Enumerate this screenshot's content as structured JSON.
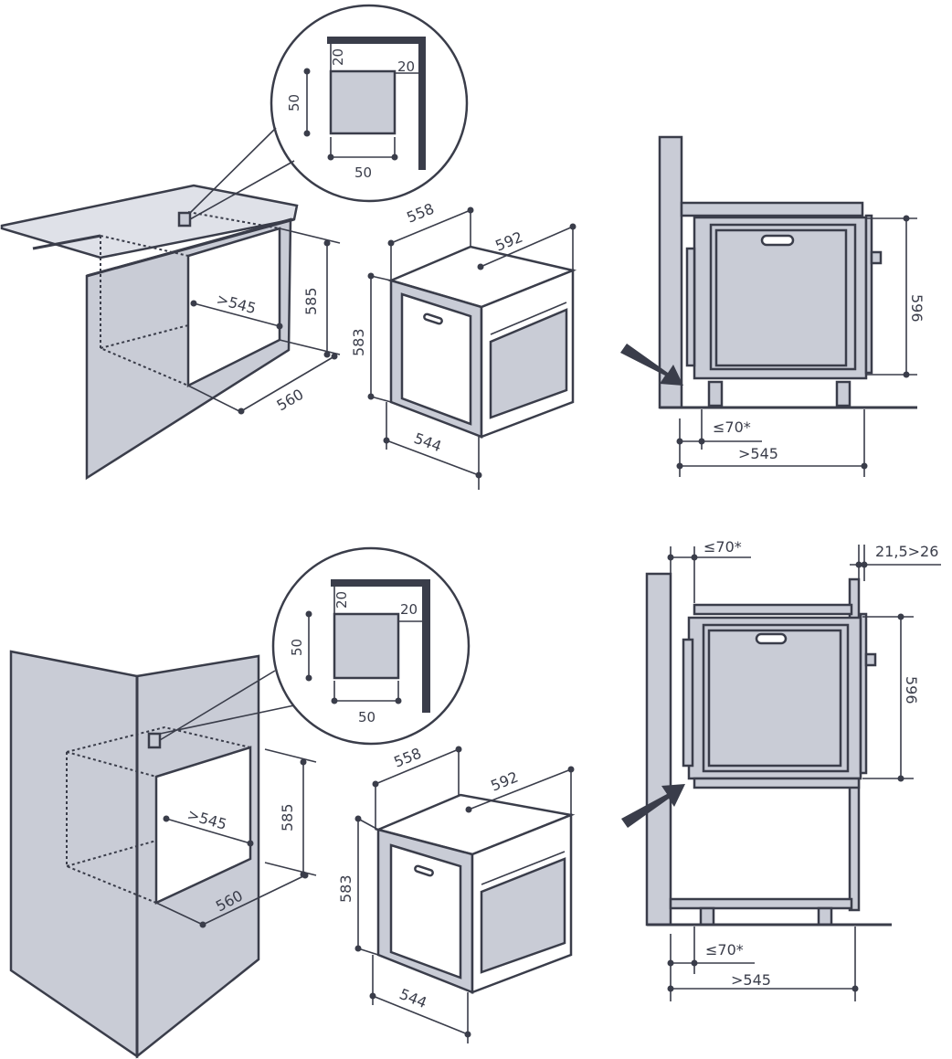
{
  "colors": {
    "line": "#3a3d4a",
    "surface": "#c9ccd6",
    "surface_light": "#dfe1e8",
    "background": "#ffffff"
  },
  "top_left": {
    "detail_labels": {
      "gap_top": "20",
      "gap_side": "20",
      "vent_height": "50",
      "vent_width": "50"
    },
    "niche_labels": {
      "depth_min": ">545",
      "height": "585",
      "width": "560"
    }
  },
  "top_oven": {
    "labels": {
      "width_top": "558",
      "depth": "592",
      "height": "583",
      "width_bottom": "544"
    }
  },
  "top_right": {
    "labels": {
      "height": "596",
      "gap": "≤70*",
      "depth_min": ">545"
    }
  },
  "bottom_left": {
    "detail_labels": {
      "gap_top": "20",
      "gap_side": "20",
      "vent_height": "50",
      "vent_width": "50"
    },
    "niche_labels": {
      "depth_min": ">545",
      "height": "585",
      "width": "560"
    }
  },
  "bottom_oven": {
    "labels": {
      "width_top": "558",
      "depth": "592",
      "height": "583",
      "width_bottom": "544"
    }
  },
  "bottom_right": {
    "labels": {
      "gap_top": "≤70*",
      "offset": "21,5>26",
      "height": "596",
      "gap_bottom": "≤70*",
      "depth_min": ">545"
    }
  }
}
